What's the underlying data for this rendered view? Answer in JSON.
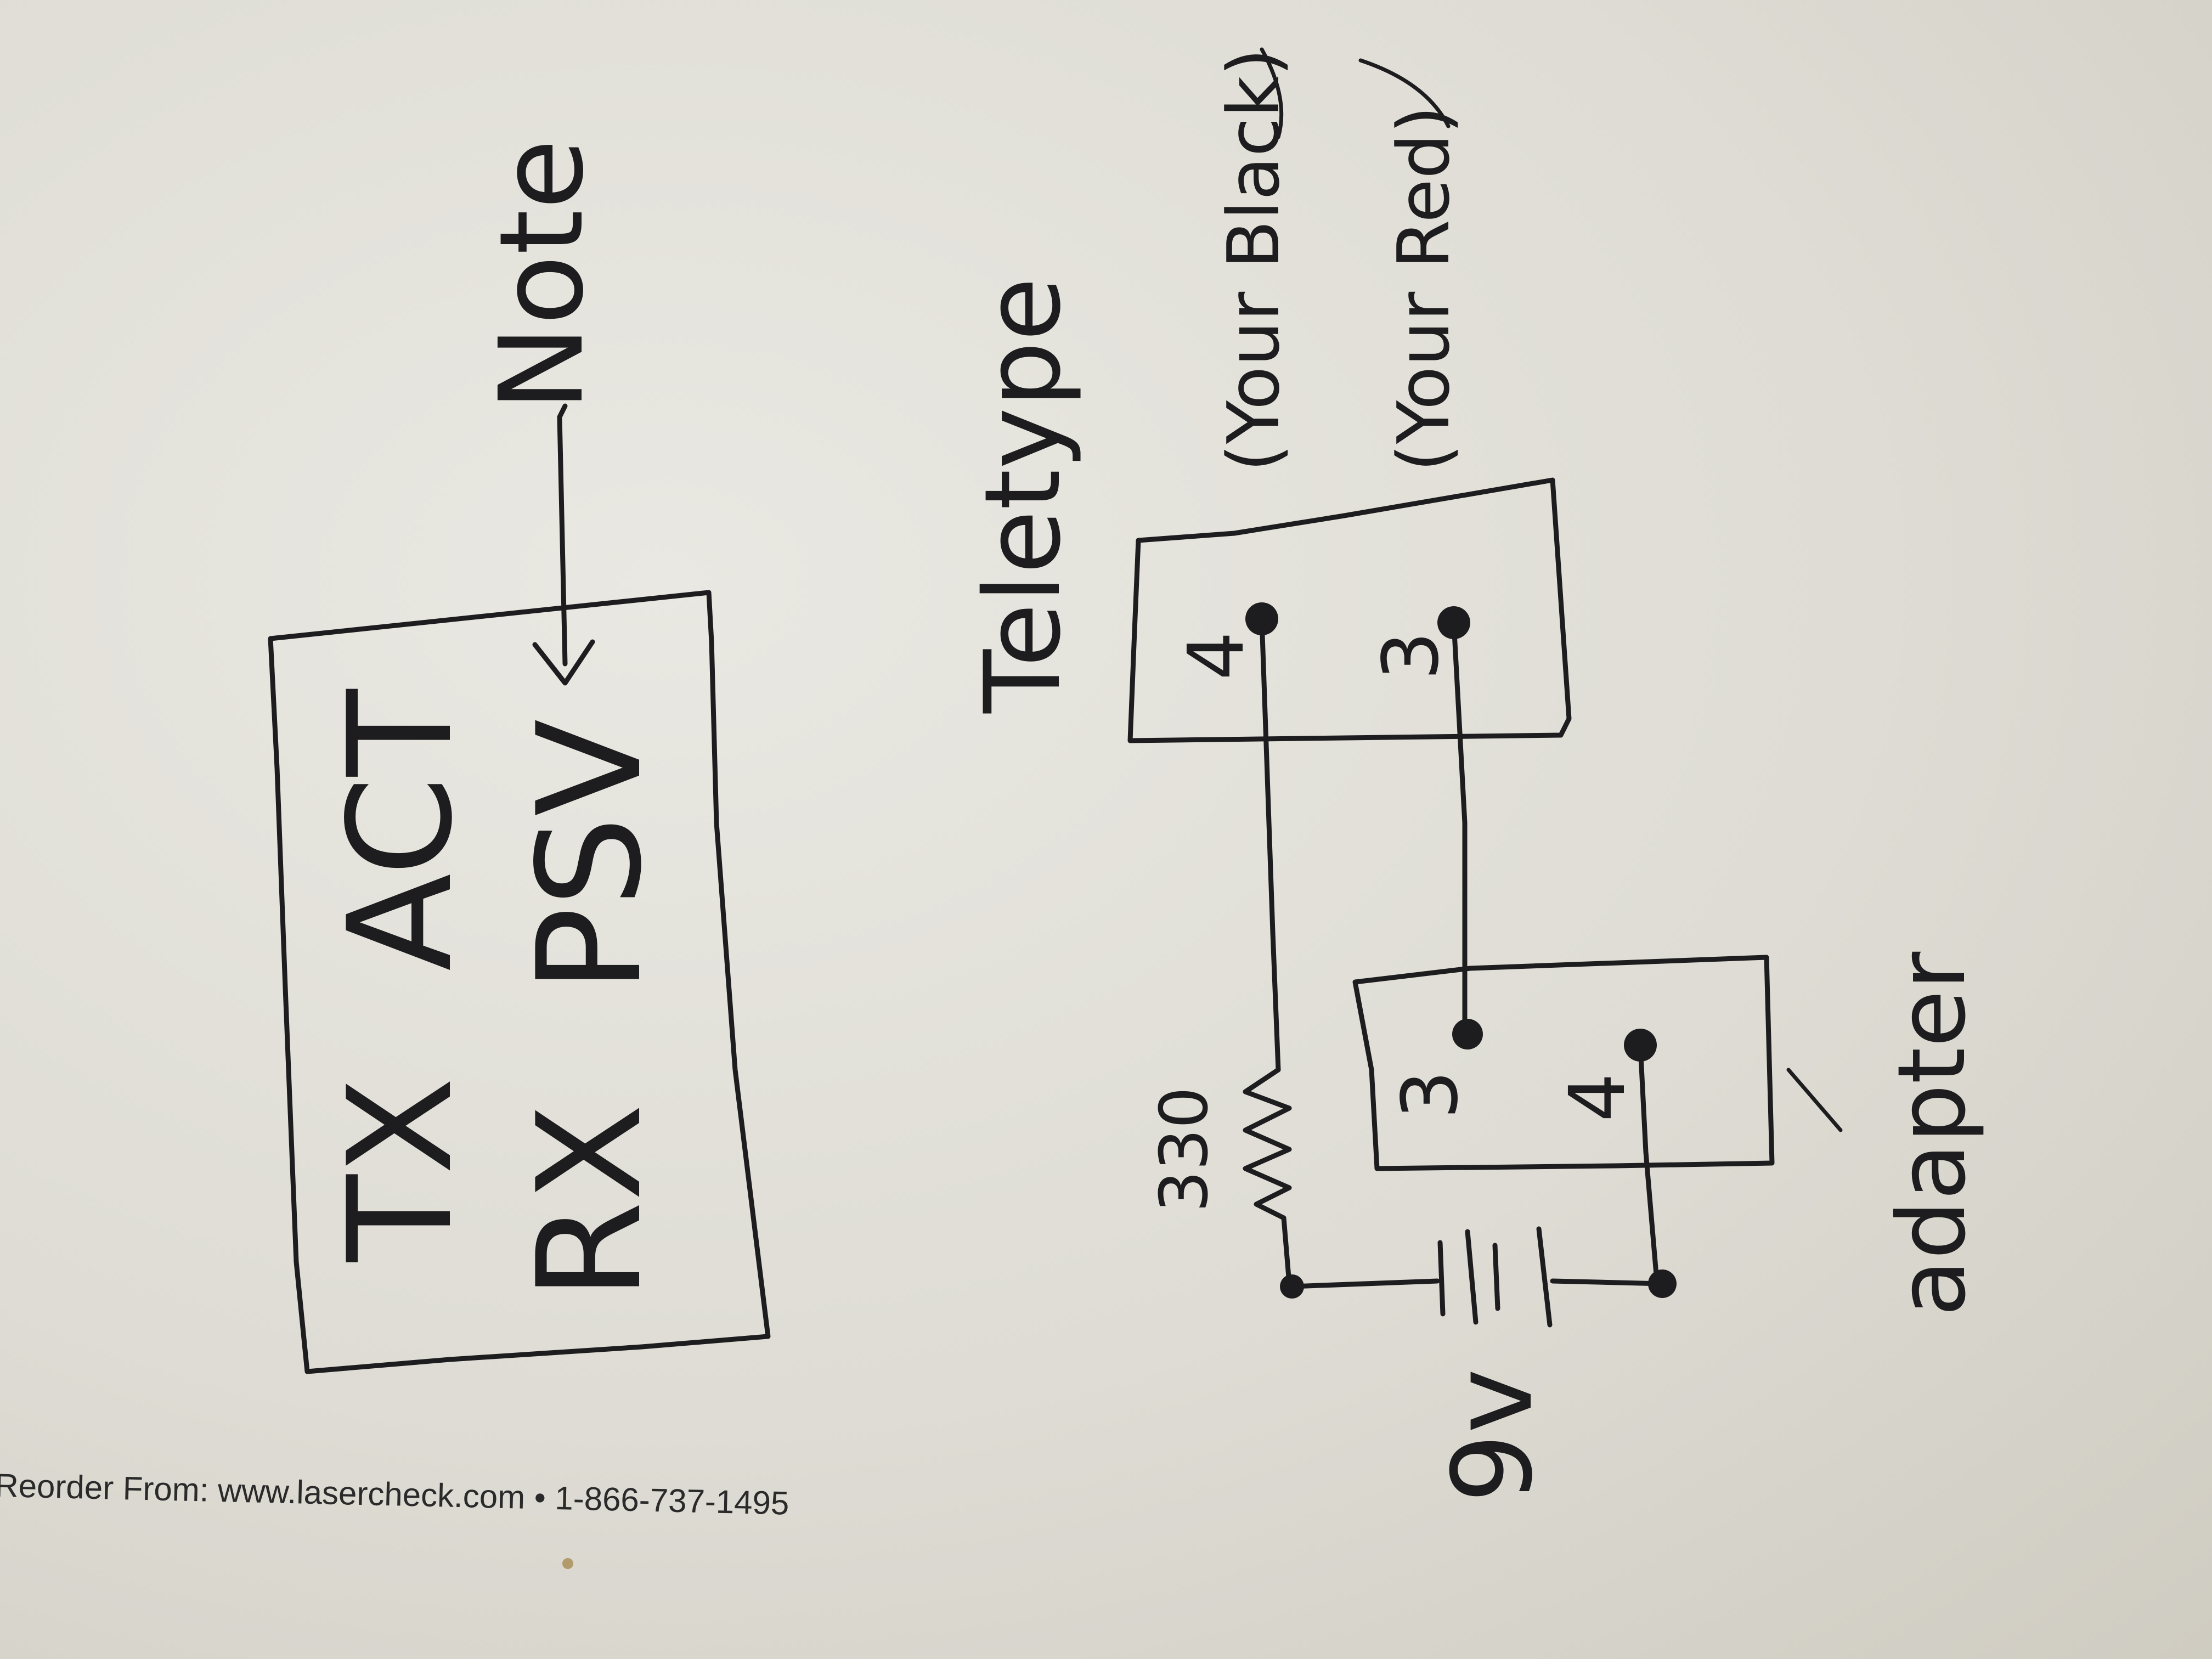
{
  "colors": {
    "ink": "#1d1d1f",
    "paper": "#e4e2da",
    "printed_text": "#2a2a2a"
  },
  "led_panel": {
    "labels": [
      "TX",
      "ACT",
      "RX",
      "PSV"
    ],
    "note_label": "Note"
  },
  "teletype": {
    "title": "Teletype",
    "pin_4": "4",
    "pin_3": "3",
    "black_note": "(Your Black)",
    "red_note": "(Your Red)"
  },
  "adapter": {
    "label": "adapter",
    "pin_3": "3",
    "pin_4": "4"
  },
  "resistor": {
    "value": "330"
  },
  "battery": {
    "value": "9v"
  },
  "footer": {
    "reorder_text": "Reorder From:  www.lasercheck.com • 1-866-737-1495"
  }
}
